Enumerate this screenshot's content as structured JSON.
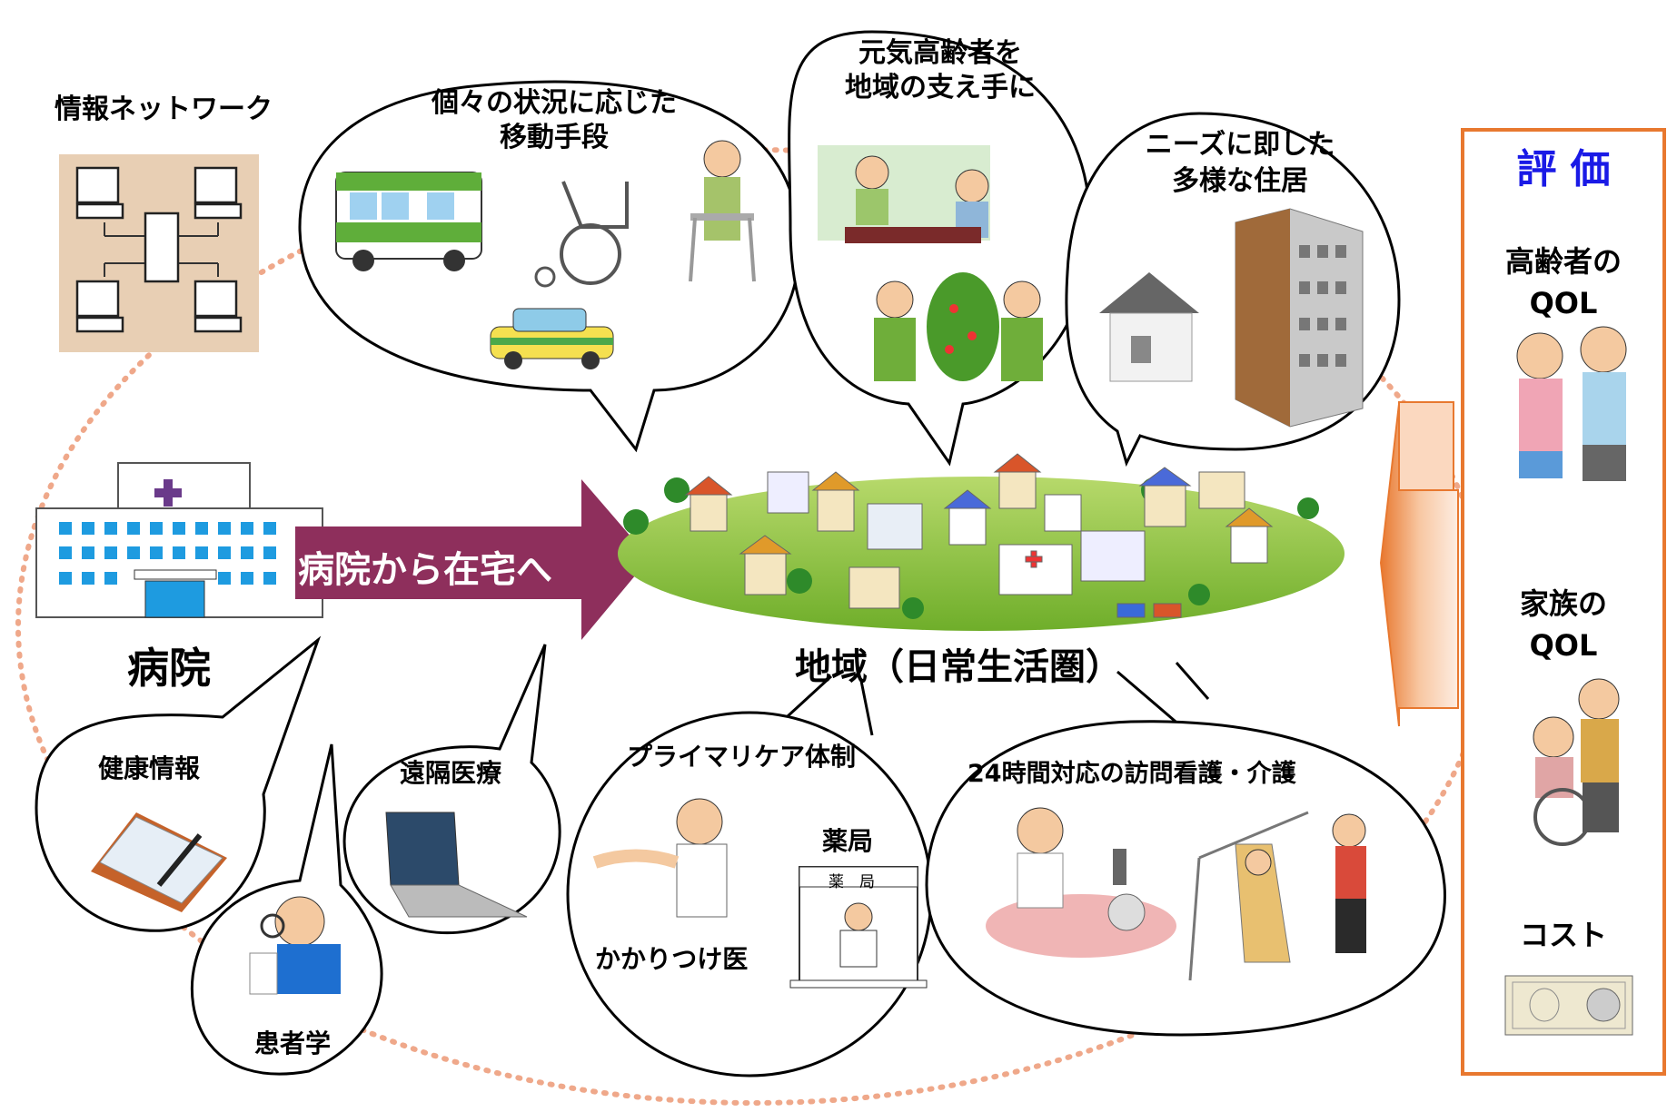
{
  "network": {
    "label": "情報ネットワーク"
  },
  "mobility": {
    "line1": "個々の状況に応じた",
    "line2": "移動手段"
  },
  "active_elderly": {
    "line1": "元気高齢者を",
    "line2": "地域の支え手に"
  },
  "housing": {
    "line1": "ニーズに即した",
    "line2": "多様な住居"
  },
  "hospital": {
    "label": "病院"
  },
  "arrow": {
    "label": "病院から在宅へ"
  },
  "community": {
    "label": "地域（日常生活圏）"
  },
  "health_info": {
    "label": "健康情報"
  },
  "patient_study": {
    "label": "患者学"
  },
  "telemedicine": {
    "label": "遠隔医療"
  },
  "primary_care": {
    "title": "プライマリケア体制",
    "pharmacy": "薬局",
    "pharmacy_sign": "薬　局",
    "gp": "かかりつけ医"
  },
  "home_care": {
    "label": "24時間対応の訪問看護・介護"
  },
  "evaluation": {
    "title": "評 価",
    "elderly_qol": {
      "line1": "高齢者の",
      "line2": "QOL"
    },
    "family_qol": {
      "line1": "家族の",
      "line2": "QOL"
    },
    "cost": "コスト"
  },
  "colors": {
    "accent": "#E8782F",
    "arrow": "#8E2F5C",
    "eval_title": "#1a1ae6",
    "dotted": "#EFA88A"
  }
}
